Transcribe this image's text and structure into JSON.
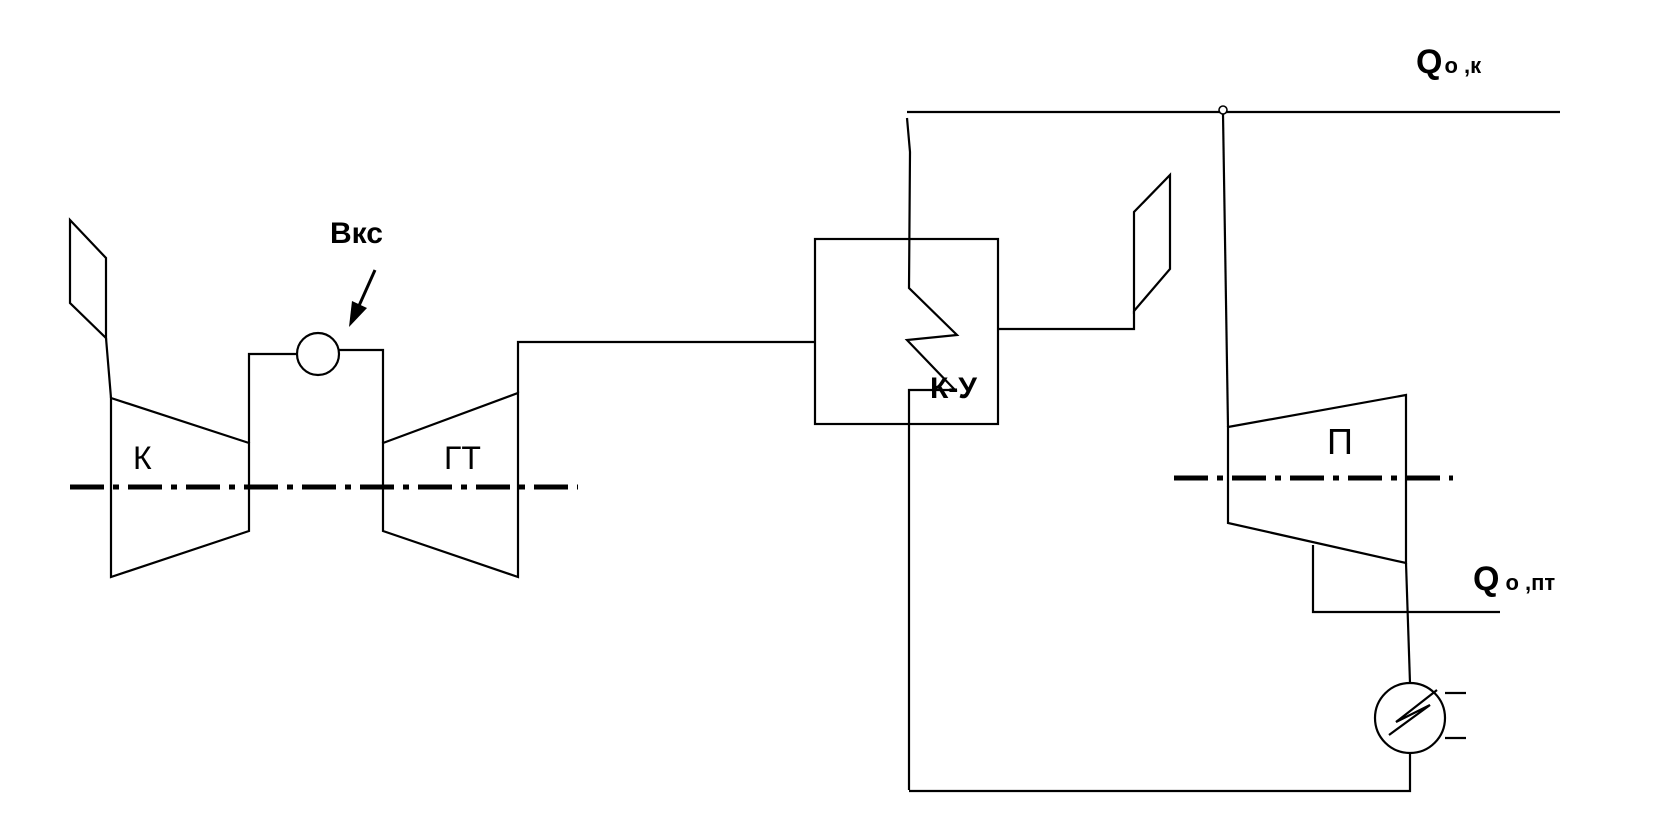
{
  "labels": {
    "compressor": "К",
    "gas_turbine": "ГТ",
    "fuel_input": "Вкс",
    "heat_recovery_boiler": "К-У",
    "steam_turbine": "П",
    "heat_output_boiler_q": "Q",
    "heat_output_boiler_sub": "о ,к",
    "heat_output_turbine_q": "Q",
    "heat_output_turbine_sub": "о ,пт"
  }
}
